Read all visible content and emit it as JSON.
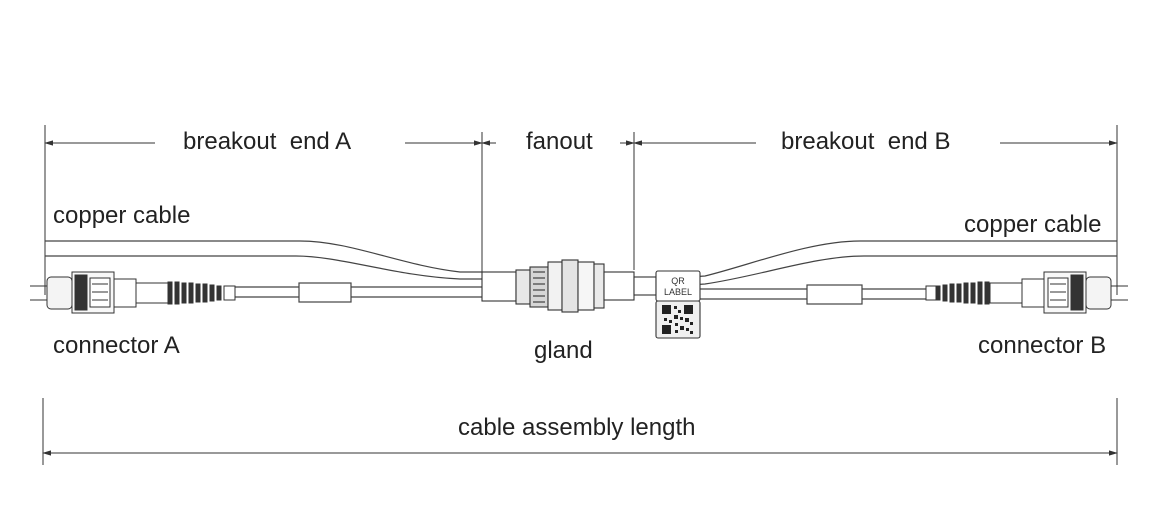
{
  "labels": {
    "breakout_end_a": "breakout  end A",
    "fanout": "fanout",
    "breakout_end_b": "breakout  end B",
    "copper_cable_left": "copper cable",
    "copper_cable_right": "copper cable",
    "connector_a": "connector A",
    "gland": "gland",
    "connector_b": "connector B",
    "cable_assembly_length": "cable assembly length"
  },
  "qr_label": {
    "line1": "QR",
    "line2": "LABEL"
  },
  "colors": {
    "line": "#333333",
    "text": "#222222"
  }
}
